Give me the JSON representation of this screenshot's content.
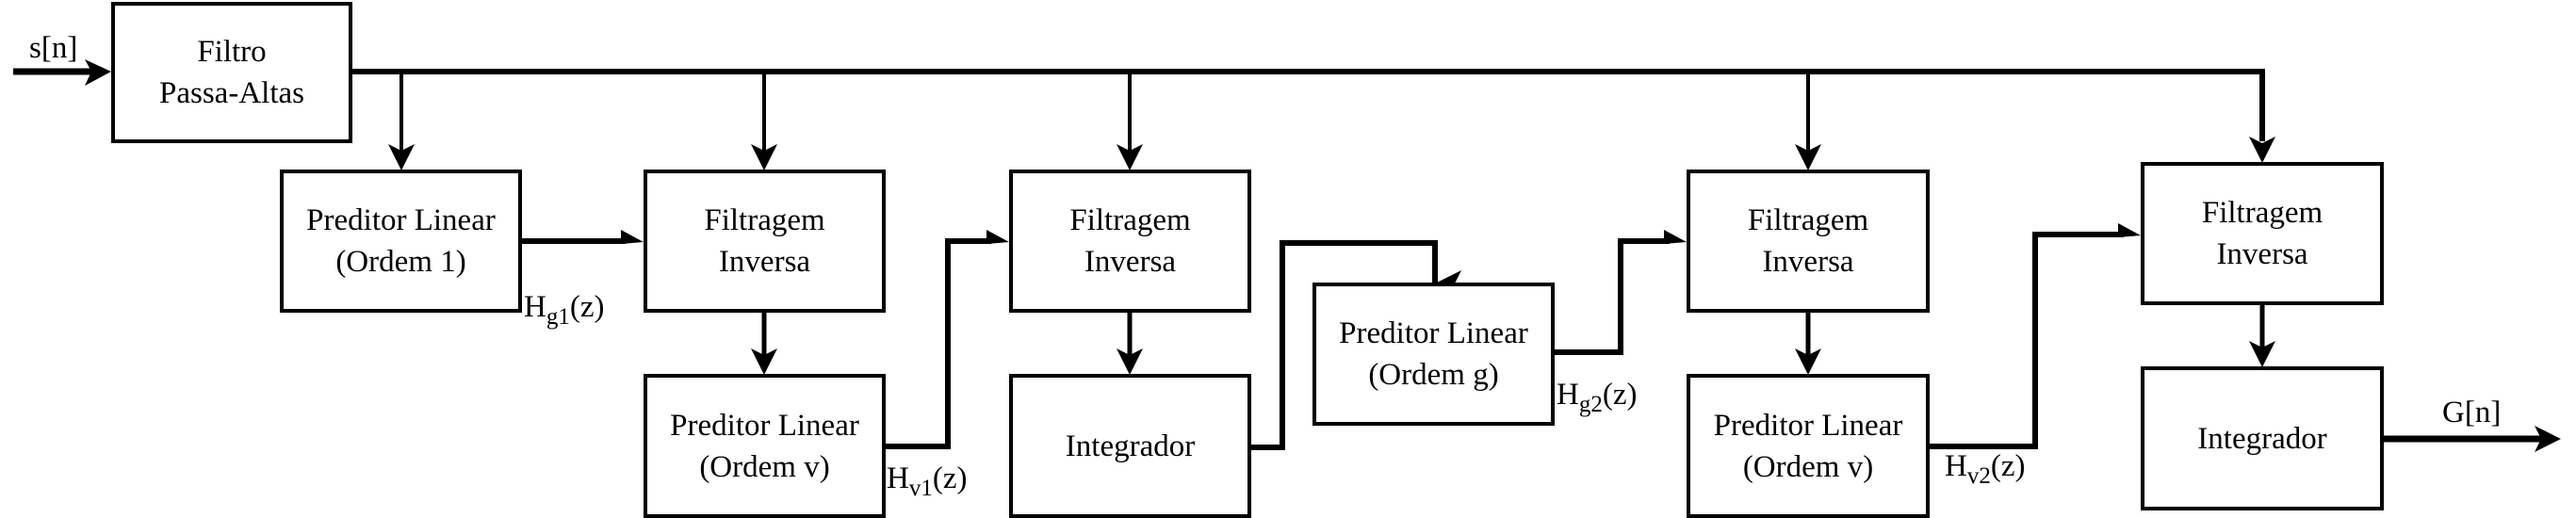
{
  "diagram": {
    "title": "Diagrama de blocos",
    "input_signal": "s[n]",
    "output_signal": "G[n]",
    "blocks": {
      "filtro": {
        "line1": "Filtro",
        "line2": "Passa-Altas"
      },
      "preditor_ordem1": {
        "line1": "Preditor Linear",
        "line2": "(Ordem 1)"
      },
      "filtragem_inversa_1": {
        "line1": "Filtragem",
        "line2": "Inversa"
      },
      "preditor_ordem_v_1": {
        "line1": "Preditor Linear",
        "line2": "(Ordem v)"
      },
      "filtragem_inversa_2": {
        "line1": "Filtragem",
        "line2": "Inversa"
      },
      "integrador_1": {
        "line1": "Integrador"
      },
      "preditor_ordem_g": {
        "line1": "Preditor Linear",
        "line2": "(Ordem g)"
      },
      "filtragem_inversa_3": {
        "line1": "Filtragem",
        "line2": "Inversa"
      },
      "preditor_ordem_v_2": {
        "line1": "Preditor Linear",
        "line2": "(Ordem v)"
      },
      "filtragem_inversa_4": {
        "line1": "Filtragem",
        "line2": "Inversa"
      },
      "integrador_2": {
        "line1": "Integrador"
      }
    },
    "transfer_labels": {
      "hg1": {
        "main": "H",
        "sub": "g1",
        "arg": "(z)"
      },
      "hv1": {
        "main": "H",
        "sub": "v1",
        "arg": "(z)"
      },
      "hg2": {
        "main": "H",
        "sub": "g2",
        "arg": "(z)"
      },
      "hv2": {
        "main": "H",
        "sub": "v2",
        "arg": "(z)"
      }
    },
    "colors": {
      "stroke": "#000000",
      "background": "#ffffff"
    }
  }
}
